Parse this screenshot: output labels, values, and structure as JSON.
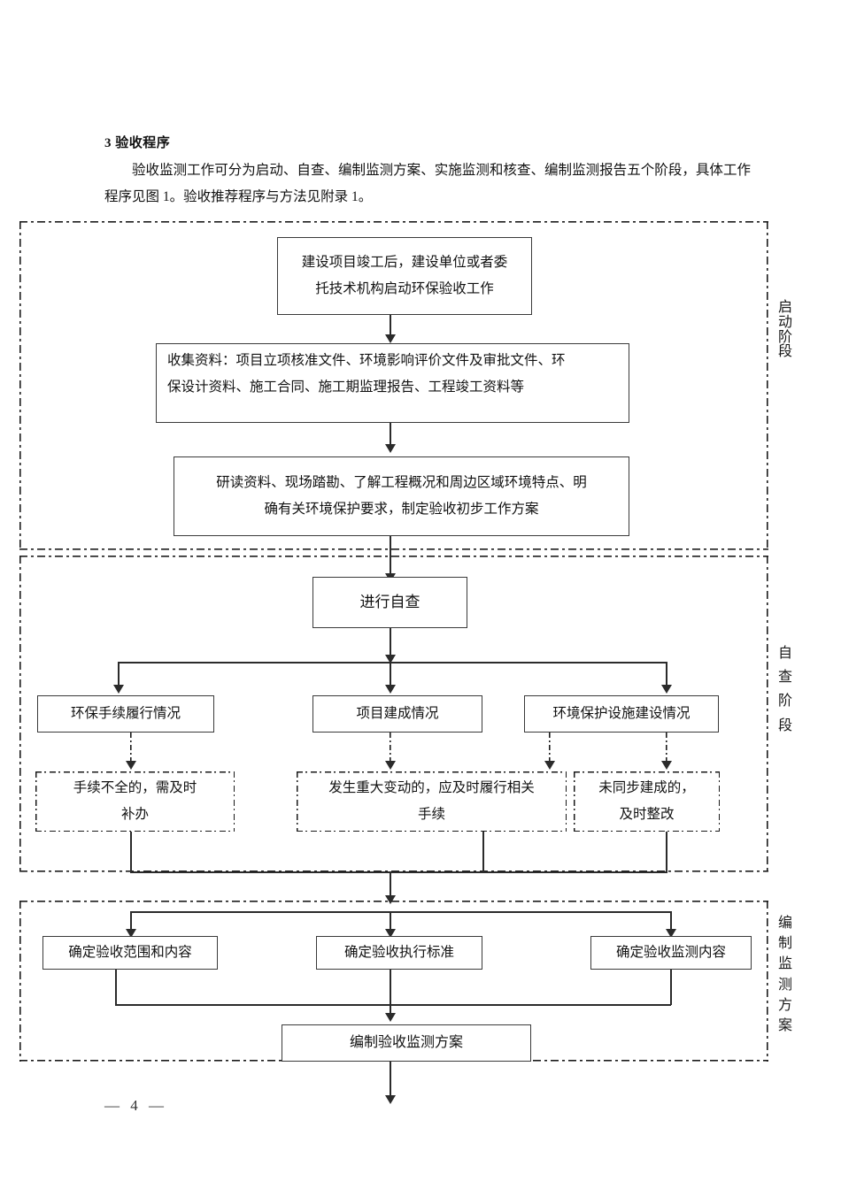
{
  "document": {
    "heading": "3 验收程序",
    "paragraph": "验收监测工作可分为启动、自查、编制监测方案、实施监测和核查、编制监测报告五个阶段，具体工作程序见图 1。验收推荐程序与方法见附录 1。",
    "page_number": "— 4 —"
  },
  "stages": [
    {
      "id": "startup",
      "label_chars": [
        "启",
        "动",
        "阶",
        "段"
      ]
    },
    {
      "id": "selfcheck",
      "label_chars": [
        "自",
        "查",
        "阶",
        "段"
      ]
    },
    {
      "id": "plan",
      "label_chars": [
        "编",
        "制",
        "监",
        "测",
        "方",
        "案"
      ]
    }
  ],
  "flowchart": {
    "startup": {
      "node1_line1": "建设项目竣工后，建设单位或者委",
      "node1_line2": "托技术机构启动环保验收工作",
      "node2_line1": "收集资料：项目立项核准文件、环境影响评价文件及审批文件、环",
      "node2_line2": "保设计资料、施工合同、施工期监理报告、工程竣工资料等",
      "node3_line1": "研读资料、现场踏勘、了解工程概况和周边区域环境特点、明",
      "node3_line2": "确有关环境保护要求，制定验收初步工作方案"
    },
    "selfcheck": {
      "start_node": "进行自查",
      "branch_left": "环保手续履行情况",
      "branch_mid": "项目建成情况",
      "branch_right": "环境保护设施建设情况",
      "result_left_line1": "手续不全的，需及时",
      "result_left_line2": "补办",
      "result_mid_line1": "发生重大变动的，应及时履行相关",
      "result_mid_line2": "手续",
      "result_right_line1": "未同步建成的，",
      "result_right_line2": "及时整改"
    },
    "plan": {
      "branch_left": "确定验收范围和内容",
      "branch_mid": "确定验收执行标准",
      "branch_right": "确定验收监测内容",
      "final_node": "编制验收监测方案"
    }
  },
  "colors": {
    "ink": "#111111",
    "line": "#2b2b2b",
    "box_border": "#3a3a3a",
    "background": "#ffffff"
  }
}
